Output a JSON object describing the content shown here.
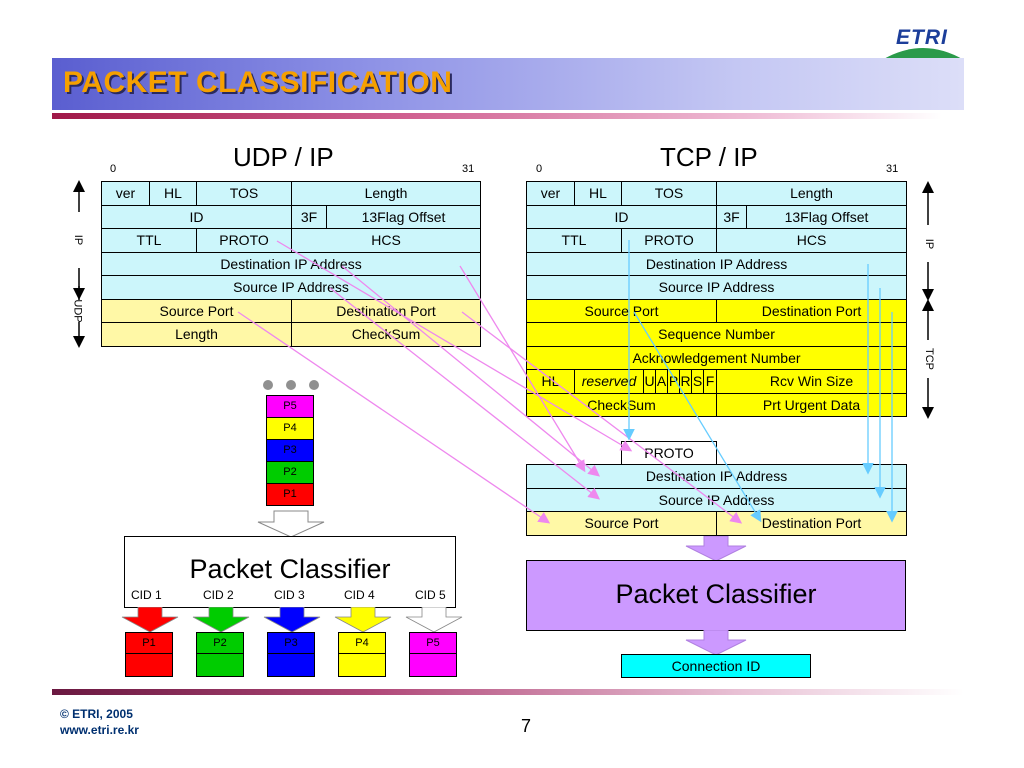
{
  "logo": {
    "text": "ETRI"
  },
  "title": "PACKET CLASSIFICATION",
  "udp_panel": {
    "heading": "UDP / IP",
    "bit_start": "0",
    "bit_end": "31",
    "rows": {
      "ver": "ver",
      "hl": "HL",
      "tos": "TOS",
      "length": "Length",
      "id": "ID",
      "flag3f": "3F",
      "frag": "13Flag Offset",
      "ttl": "TTL",
      "proto": "PROTO",
      "hcs": "HCS",
      "dst_ip": "Destination IP Address",
      "src_ip": "Source IP Address",
      "src_port": "Source Port",
      "dst_port": "Destination Port",
      "udp_length": "Length",
      "checksum": "CheckSum"
    },
    "side_labels": {
      "ip": "IP",
      "udp": "UDP"
    },
    "queue": {
      "dots": "●  ●  ●",
      "packets": [
        "P5",
        "P4",
        "P3",
        "P2",
        "P1"
      ]
    },
    "classifier_label": "Packet Classifier",
    "cids": [
      "CID 1",
      "CID 2",
      "CID 3",
      "CID 4",
      "CID 5"
    ],
    "outputs": [
      "P1",
      "P2",
      "P3",
      "P4",
      "P5"
    ]
  },
  "tcp_panel": {
    "heading": "TCP / IP",
    "bit_start": "0",
    "bit_end": "31",
    "rows": {
      "ver": "ver",
      "hl": "HL",
      "tos": "TOS",
      "length": "Length",
      "id": "ID",
      "flag3f": "3F",
      "frag": "13Flag Offset",
      "ttl": "TTL",
      "proto": "PROTO",
      "hcs": "HCS",
      "dst_ip": "Destination IP Address",
      "src_ip": "Source IP Address",
      "src_port": "Source Port",
      "dst_port": "Destination Port",
      "seq": "Sequence Number",
      "ack": "Acknowledgement Number",
      "tcp_hl": "HL",
      "reserved": "reserved",
      "flags": [
        "U",
        "A",
        "P",
        "R",
        "S",
        "F"
      ],
      "rcv_win": "Rcv Win Size",
      "checksum": "CheckSum",
      "urgent": "Prt Urgent Data"
    },
    "side_labels": {
      "ip": "IP",
      "tcp": "TCP"
    },
    "key": {
      "proto": "PROTO",
      "dst_ip": "Destination IP Address",
      "src_ip": "Source IP Address",
      "src_port": "Source Port",
      "dst_port": "Destination Port"
    },
    "classifier_label": "Packet Classifier",
    "output_label": "Connection ID"
  },
  "colors": {
    "ip_field": "#ccf6fb",
    "udp_field": "#fff8a6",
    "tcp_field": "#ffff00",
    "classifier_fill": "#cc99ff",
    "connection_id": "#00ffff",
    "title_text": "#f5a000",
    "pink_arrow": "#ee88ee",
    "blue_arrow": "#66ccff",
    "packet_colors": {
      "P1": "#ff0000",
      "P2": "#00cc00",
      "P3": "#0000ff",
      "P4": "#ffff00",
      "P5": "#ff00ff"
    }
  },
  "footer": {
    "copyright": "© ETRI, 2005",
    "url": "www.etri.re.kr",
    "page": "7"
  }
}
